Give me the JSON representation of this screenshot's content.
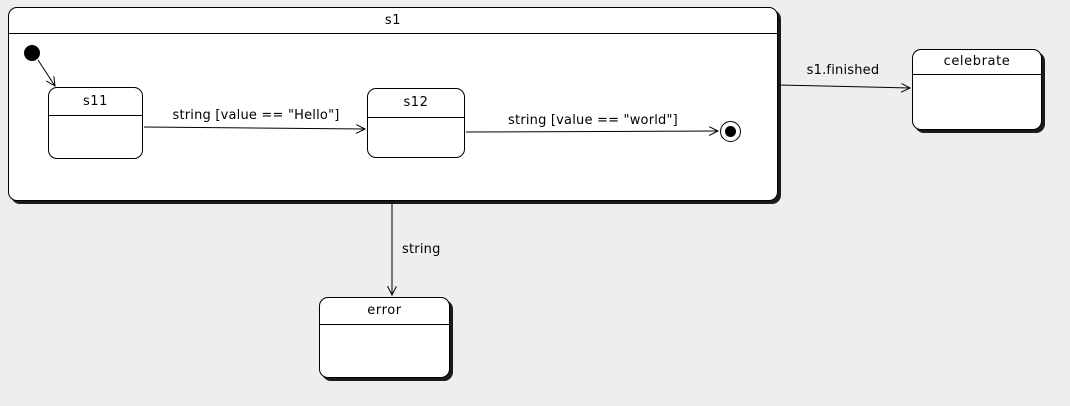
{
  "diagram": {
    "type": "uml-state-machine",
    "colors": {
      "canvas_background": "#eeeeee",
      "state_fill": "#ffffff",
      "line_color": "#000000",
      "shadow_color": "#1a1a22"
    },
    "composite_state": {
      "label": "s1"
    },
    "states": {
      "s11": {
        "label": "s11"
      },
      "s12": {
        "label": "s12"
      },
      "celebrate": {
        "label": "celebrate"
      },
      "error": {
        "label": "error"
      }
    },
    "markers": {
      "initial": "initial-state",
      "final": "final-state"
    },
    "transitions": [
      {
        "from": "initial",
        "to": "s11",
        "label": ""
      },
      {
        "from": "s11",
        "to": "s12",
        "label": "string [value == \"Hello\"]"
      },
      {
        "from": "s12",
        "to": "final",
        "label": "string [value == \"world\"]"
      },
      {
        "from": "s1",
        "to": "celebrate",
        "label": "s1.finished"
      },
      {
        "from": "s1",
        "to": "error",
        "label": "string"
      }
    ]
  }
}
